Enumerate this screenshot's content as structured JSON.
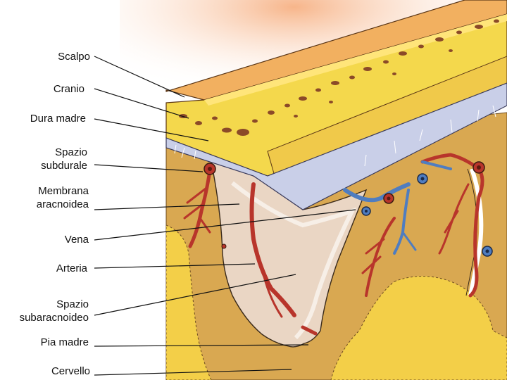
{
  "labels": [
    {
      "key": "scalpo",
      "lines": [
        "Scalpo"
      ]
    },
    {
      "key": "cranio",
      "lines": [
        "Cranio"
      ]
    },
    {
      "key": "dura-madre",
      "lines": [
        "Dura madre"
      ]
    },
    {
      "key": "spazio-subdurale",
      "lines": [
        "Spazio",
        "subdurale"
      ]
    },
    {
      "key": "membrana-aracnoidea",
      "lines": [
        "Membrana",
        "aracnoidea"
      ]
    },
    {
      "key": "vena",
      "lines": [
        "Vena"
      ]
    },
    {
      "key": "arteria",
      "lines": [
        "Arteria"
      ]
    },
    {
      "key": "spazio-subaracnoideo",
      "lines": [
        "Spazio",
        "subaracnoideo"
      ]
    },
    {
      "key": "pia-madre",
      "lines": [
        "Pia madre"
      ]
    },
    {
      "key": "cervello",
      "lines": [
        "Cervello"
      ]
    }
  ],
  "colors": {
    "scalp": "#f2b060",
    "skin_glow": "#fbd7b8",
    "skull": "#f4d84c",
    "skull_pores": "#8b4a28",
    "dura": "#c9cfe8",
    "brain": "#d9a851",
    "brain_inner": "#f3cf48",
    "sulcus": "#ead6c4",
    "artery": "#b8352b",
    "vein": "#4f7dc0",
    "line": "#111111"
  }
}
